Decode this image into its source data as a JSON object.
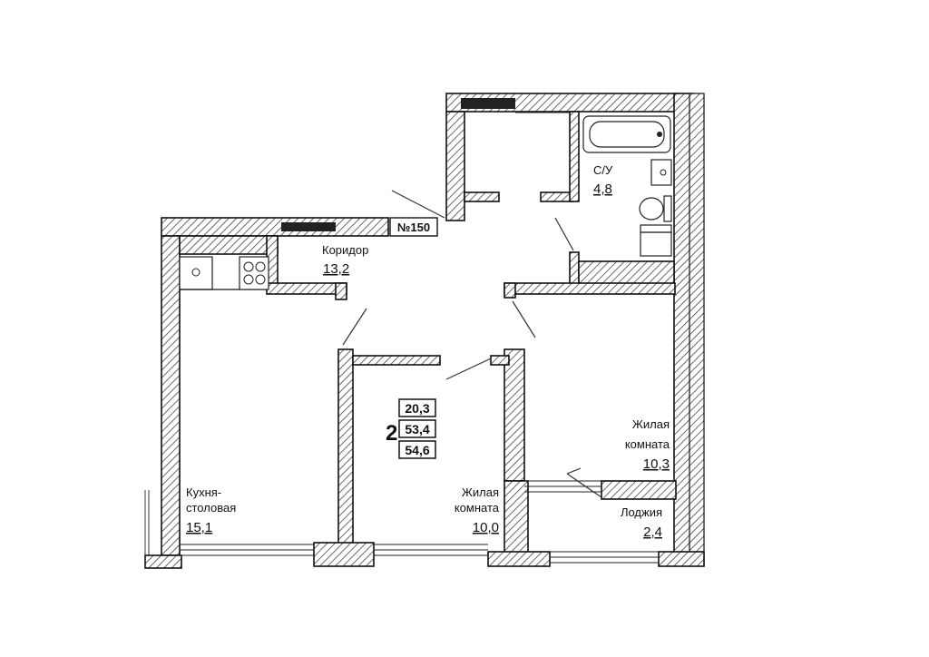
{
  "plan": {
    "apartment_number": "№150",
    "rooms_count": "2",
    "areas_summary": {
      "living": "20,3",
      "total_without_loggia": "53,4",
      "total": "54,6"
    },
    "rooms": [
      {
        "id": "corridor",
        "name": "Коридор",
        "area": "13,2"
      },
      {
        "id": "bathroom",
        "name": "С/У",
        "area": "4,8"
      },
      {
        "id": "kitchen",
        "name_line1": "Кухня-",
        "name_line2": "столовая",
        "area": "15,1"
      },
      {
        "id": "living1",
        "name_line1": "Жилая",
        "name_line2": "комната",
        "area": "10,0"
      },
      {
        "id": "living2",
        "name_line1": "Жилая",
        "name_line2": "комната",
        "area": "10,3"
      },
      {
        "id": "loggia",
        "name": "Лоджия",
        "area": "2,4"
      }
    ],
    "icons": [
      "bathtub-icon",
      "sink-icon",
      "toilet-icon",
      "washing-machine-icon",
      "stove-icon",
      "kitchen-sink-icon"
    ]
  }
}
